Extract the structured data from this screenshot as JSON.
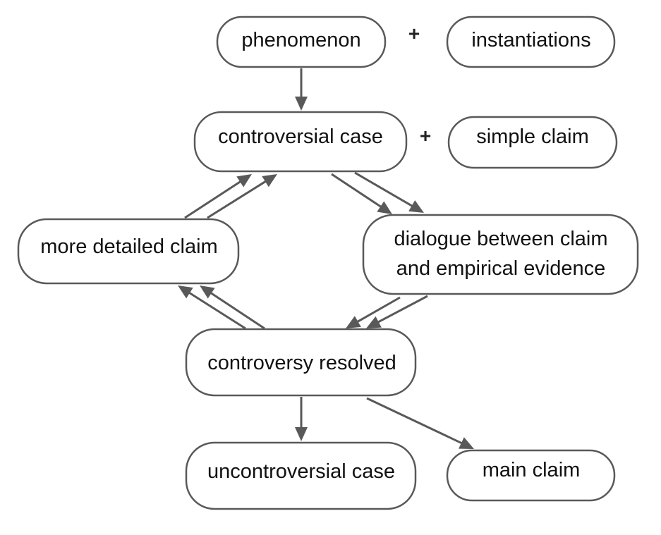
{
  "colors": {
    "stroke": "#595959",
    "text": "#111111",
    "background": "#ffffff"
  },
  "nodes": {
    "phenomenon": "phenomenon",
    "instantiations": "instantiations",
    "controversial_case": "controversial case",
    "simple_claim": "simple claim",
    "more_detailed_claim": "more detailed claim",
    "dialogue_line1": "dialogue between claim",
    "dialogue_line2": "and empirical evidence",
    "controversy_resolved": "controversy resolved",
    "uncontroversial_case": "uncontroversial case",
    "main_claim": "main claim"
  },
  "plus_signs": [
    "+",
    "+"
  ]
}
